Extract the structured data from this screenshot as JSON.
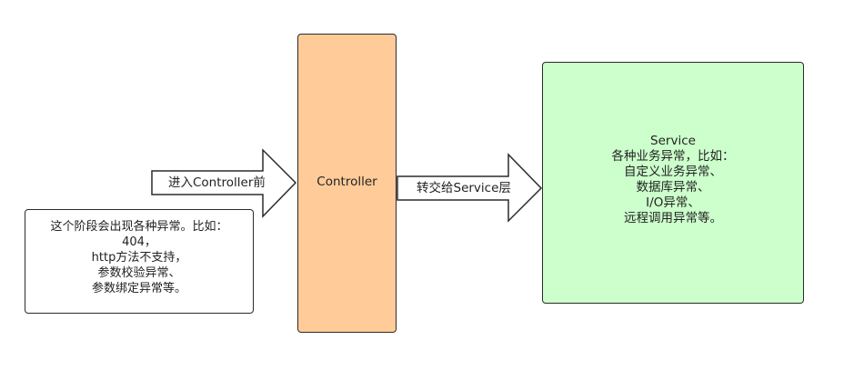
{
  "arrow_before_controller": {
    "label": "进入Controller前"
  },
  "note": {
    "lines": [
      "这个阶段会出现各种异常。比如：",
      "404，",
      "http方法不支持，",
      "参数校验异常、",
      "参数绑定异常等。"
    ]
  },
  "controller": {
    "label": "Controller"
  },
  "arrow_to_service": {
    "label": "转交给Service层"
  },
  "service": {
    "lines": [
      "Service",
      "各种业务异常，比如：",
      "自定义业务异常、",
      "数据库异常、",
      "I/O异常、",
      "远程调用异常等。"
    ]
  },
  "colors": {
    "controller_fill": "#ffcc99",
    "service_fill": "#ccffcc",
    "stroke": "#2b2b2b"
  }
}
